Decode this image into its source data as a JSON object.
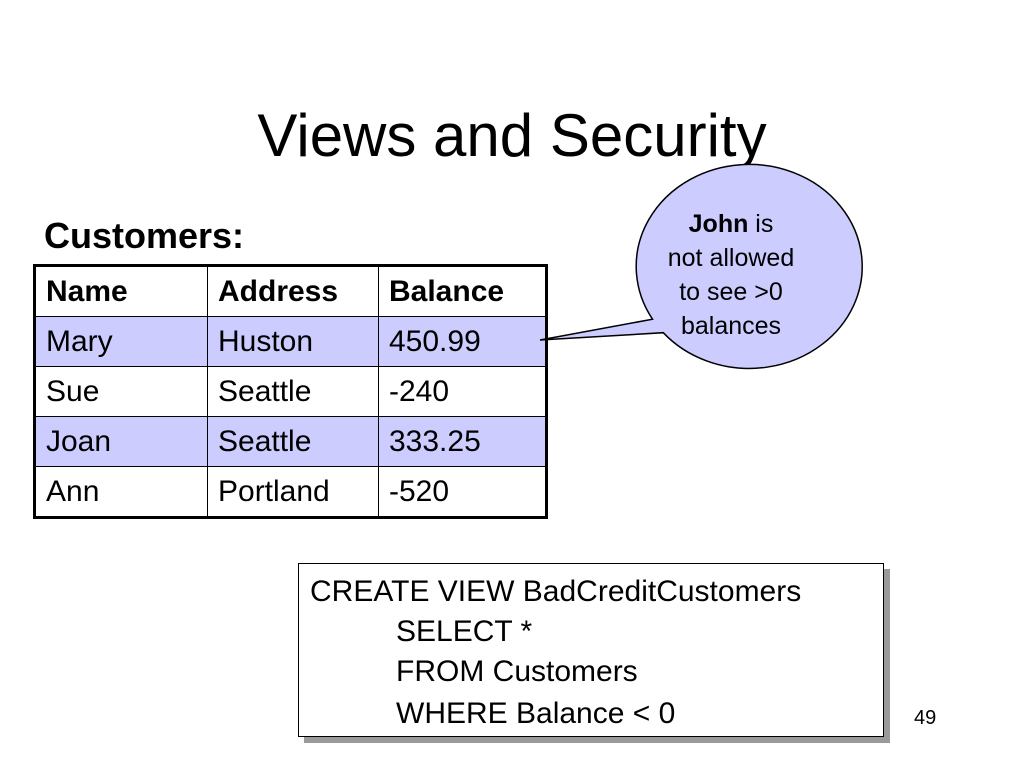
{
  "slide": {
    "title": "Views and Security",
    "table_label": "Customers:",
    "page_number": "49"
  },
  "table": {
    "headers": [
      "Name",
      "Address",
      "Balance"
    ],
    "rows": [
      [
        "Mary",
        "Huston",
        "450.99"
      ],
      [
        "Sue",
        "Seattle",
        "-240"
      ],
      [
        "Joan",
        "Seattle",
        "333.25"
      ],
      [
        "Ann",
        "Portland",
        "-520"
      ]
    ],
    "shaded_row_color": "#ccccff"
  },
  "callout": {
    "bold_word": "John",
    "line1_rest": " is",
    "line2": "not allowed",
    "line3": "to see >0",
    "line4": "balances",
    "fill_color": "#ccccff"
  },
  "code": {
    "lines": [
      "CREATE VIEW BadCreditCustomers",
      "SELECT *",
      "FROM Customers",
      "WHERE Balance < 0"
    ]
  }
}
